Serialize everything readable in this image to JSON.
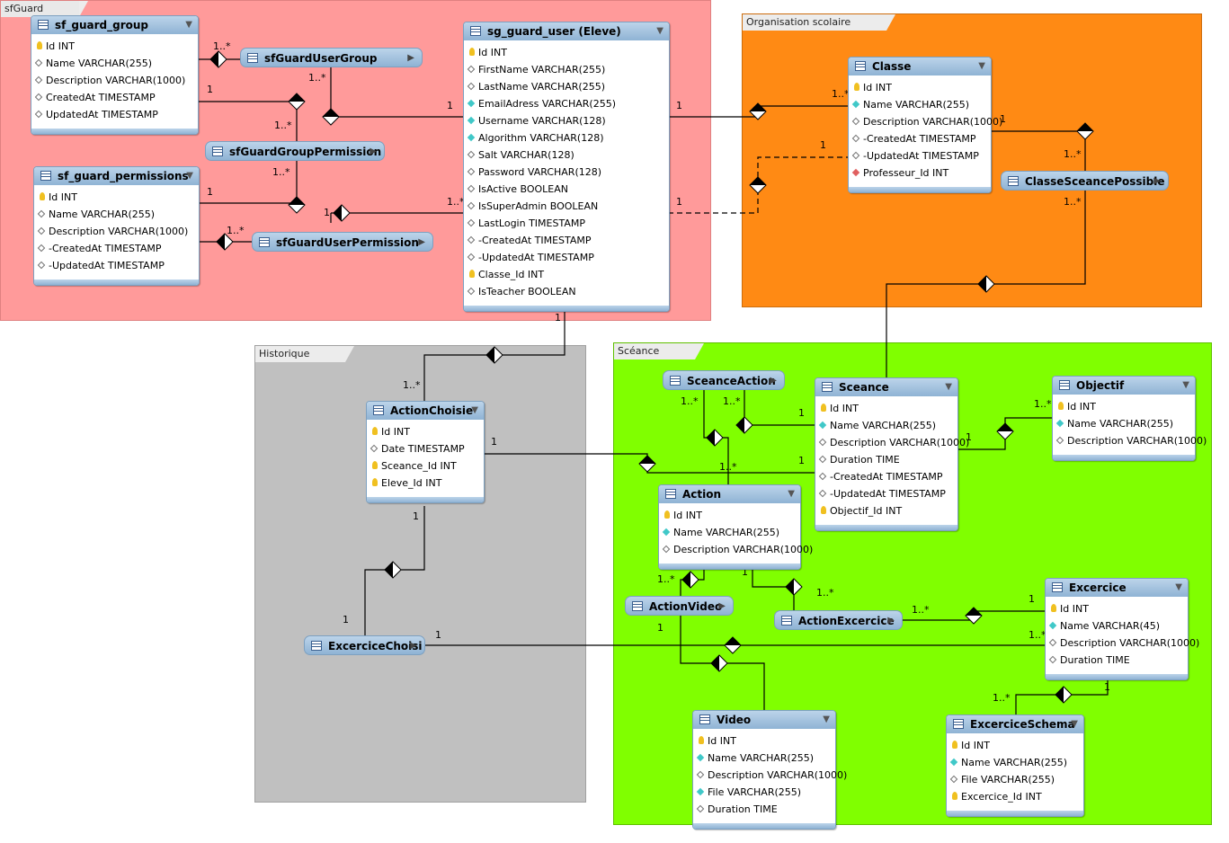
{
  "regions": {
    "sfguard": "sfGuard",
    "org": "Organisation scolaire",
    "hist": "Historique",
    "seance": "Scéance"
  },
  "tables": {
    "sf_guard_group": {
      "title": "sf_guard_group",
      "columns": [
        {
          "k": "pk",
          "t": "Id INT"
        },
        {
          "k": "opt",
          "t": "Name VARCHAR(255)"
        },
        {
          "k": "opt",
          "t": "Description VARCHAR(1000)"
        },
        {
          "k": "opt",
          "t": "CreatedAt TIMESTAMP"
        },
        {
          "k": "opt",
          "t": "UpdatedAt TIMESTAMP"
        }
      ]
    },
    "sf_guard_permissions": {
      "title": "sf_guard_permissions",
      "columns": [
        {
          "k": "pk",
          "t": "Id INT"
        },
        {
          "k": "opt",
          "t": "Name VARCHAR(255)"
        },
        {
          "k": "opt",
          "t": "Description VARCHAR(1000)"
        },
        {
          "k": "opt",
          "t": "-CreatedAt TIMESTAMP"
        },
        {
          "k": "opt",
          "t": "-UpdatedAt TIMESTAMP"
        }
      ]
    },
    "sg_guard_user": {
      "title": "sg_guard_user (Eleve)",
      "columns": [
        {
          "k": "pk",
          "t": "Id INT"
        },
        {
          "k": "opt",
          "t": "FirstName VARCHAR(255)"
        },
        {
          "k": "opt",
          "t": "LastName VARCHAR(255)"
        },
        {
          "k": "nn",
          "t": "EmailAdress VARCHAR(255)"
        },
        {
          "k": "nn",
          "t": "Username VARCHAR(128)"
        },
        {
          "k": "nn",
          "t": "Algorithm VARCHAR(128)"
        },
        {
          "k": "opt",
          "t": "Salt VARCHAR(128)"
        },
        {
          "k": "opt",
          "t": "Password VARCHAR(128)"
        },
        {
          "k": "opt",
          "t": "IsActive BOOLEAN"
        },
        {
          "k": "opt",
          "t": "IsSuperAdmin BOOLEAN"
        },
        {
          "k": "opt",
          "t": "LastLogin TIMESTAMP"
        },
        {
          "k": "opt",
          "t": "-CreatedAt TIMESTAMP"
        },
        {
          "k": "opt",
          "t": "-UpdatedAt TIMESTAMP"
        },
        {
          "k": "pk",
          "t": "Classe_Id INT"
        },
        {
          "k": "opt",
          "t": "IsTeacher BOOLEAN"
        }
      ]
    },
    "classe": {
      "title": "Classe",
      "columns": [
        {
          "k": "pk",
          "t": "Id INT"
        },
        {
          "k": "nn",
          "t": "Name VARCHAR(255)"
        },
        {
          "k": "opt",
          "t": "Description VARCHAR(1000)"
        },
        {
          "k": "opt",
          "t": "-CreatedAt TIMESTAMP"
        },
        {
          "k": "opt",
          "t": "-UpdatedAt TIMESTAMP"
        },
        {
          "k": "fk",
          "t": "Professeur_Id INT"
        }
      ]
    },
    "actionchoisie": {
      "title": "ActionChoisie",
      "columns": [
        {
          "k": "pk",
          "t": "Id INT"
        },
        {
          "k": "opt",
          "t": "Date TIMESTAMP"
        },
        {
          "k": "pk",
          "t": "Sceance_Id INT"
        },
        {
          "k": "pk",
          "t": "Eleve_Id INT"
        }
      ]
    },
    "sceance": {
      "title": "Sceance",
      "columns": [
        {
          "k": "pk",
          "t": "Id INT"
        },
        {
          "k": "nn",
          "t": "Name VARCHAR(255)"
        },
        {
          "k": "opt",
          "t": "Description VARCHAR(1000)"
        },
        {
          "k": "opt",
          "t": "Duration TIME"
        },
        {
          "k": "opt",
          "t": "-CreatedAt TIMESTAMP"
        },
        {
          "k": "opt",
          "t": "-UpdatedAt TIMESTAMP"
        },
        {
          "k": "pk",
          "t": "Objectif_Id INT"
        }
      ]
    },
    "objectif": {
      "title": "Objectif",
      "columns": [
        {
          "k": "pk",
          "t": "Id INT"
        },
        {
          "k": "nn",
          "t": "Name VARCHAR(255)"
        },
        {
          "k": "opt",
          "t": "Description VARCHAR(1000)"
        }
      ]
    },
    "action": {
      "title": "Action",
      "columns": [
        {
          "k": "pk",
          "t": "Id INT"
        },
        {
          "k": "nn",
          "t": "Name VARCHAR(255)"
        },
        {
          "k": "opt",
          "t": "Description VARCHAR(1000)"
        }
      ]
    },
    "excercice": {
      "title": "Excercice",
      "columns": [
        {
          "k": "pk",
          "t": "Id INT"
        },
        {
          "k": "nn",
          "t": "Name VARCHAR(45)"
        },
        {
          "k": "opt",
          "t": "Description VARCHAR(1000)"
        },
        {
          "k": "opt",
          "t": "Duration TIME"
        }
      ]
    },
    "video": {
      "title": "Video",
      "columns": [
        {
          "k": "pk",
          "t": "Id INT"
        },
        {
          "k": "nn",
          "t": "Name VARCHAR(255)"
        },
        {
          "k": "opt",
          "t": "Description VARCHAR(1000)"
        },
        {
          "k": "nn",
          "t": "File VARCHAR(255)"
        },
        {
          "k": "opt",
          "t": "Duration TIME"
        }
      ]
    },
    "excercice_schema": {
      "title": "ExcerciceSchema",
      "columns": [
        {
          "k": "pk",
          "t": "Id INT"
        },
        {
          "k": "nn",
          "t": "Name VARCHAR(255)"
        },
        {
          "k": "opt",
          "t": "File VARCHAR(255)"
        },
        {
          "k": "pk",
          "t": "Excercice_Id INT"
        }
      ]
    }
  },
  "relations": {
    "sfGuardUserGroup": "sfGuardUserGroup",
    "sfGuardGroupPermission": "sfGuardGroupPermission",
    "sfGuardUserPermission": "sfGuardUserPermission",
    "ClasseSceancePossible": "ClasseSceancePossible",
    "SceanceAction": "SceanceAction",
    "ActionVideo": "ActionVideo",
    "ActionExcercice": "ActionExcercice",
    "ExcerciceChoisi": "ExcerciceChoisi"
  },
  "cardinality_labels": [
    "1..*",
    "1",
    "1..*",
    "1..*",
    "1",
    "1..*",
    "1",
    "1..*",
    "1",
    "1..*",
    "1",
    "1..*",
    "1",
    "1",
    "1",
    "1..*",
    "1..*",
    "1",
    "1..*",
    "1",
    "1..*",
    "1",
    "1..*",
    "1..*",
    "1",
    "1",
    "1..*",
    "1",
    "1",
    "1",
    "1..*",
    "1..*",
    "1",
    "1",
    "1..*",
    "1..*",
    "1",
    "1..*",
    "1"
  ]
}
